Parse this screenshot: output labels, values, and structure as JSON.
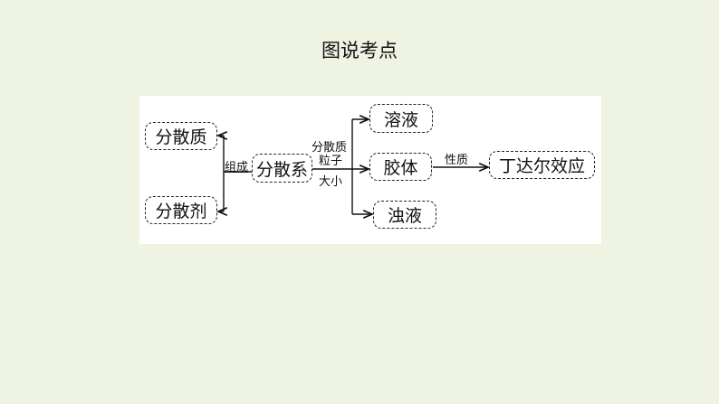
{
  "title": "图说考点",
  "nodes": {
    "solute": "分散质",
    "solvent": "分散剂",
    "system": "分散系",
    "solution": "溶液",
    "colloid": "胶体",
    "suspension": "浊液",
    "tyndall": "丁达尔效应"
  },
  "edge_labels": {
    "composition": "组成",
    "particle_line1": "分散质",
    "particle_line2": "粒子",
    "particle_line3": "大小",
    "property": "性质"
  }
}
